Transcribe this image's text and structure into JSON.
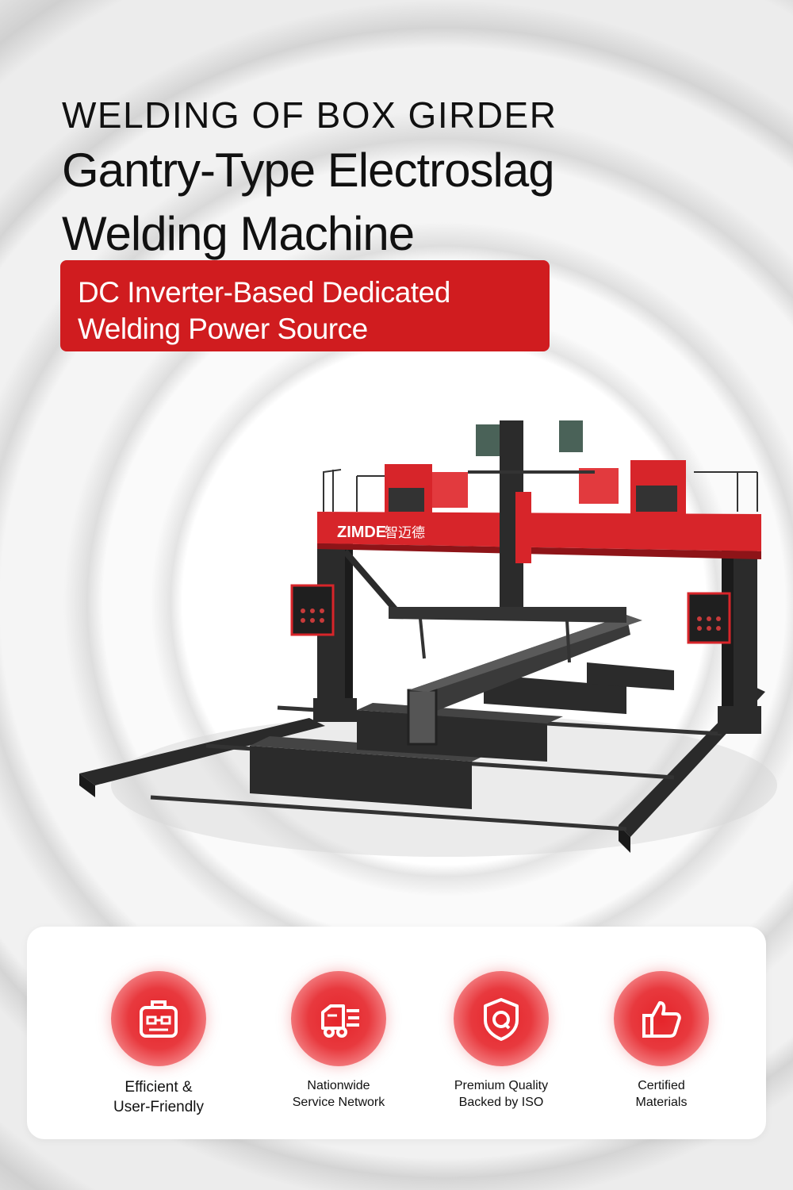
{
  "header": {
    "line1": "WELDING OF BOX GIRDER",
    "line2": "Gantry-Type Electroslag",
    "line3": "Welding Machine"
  },
  "badge": {
    "line1": "DC Inverter-Based Dedicated",
    "line2": "Welding Power Source"
  },
  "machine": {
    "brand": "ZIMDE",
    "brand_cn": "智迈德"
  },
  "features": [
    {
      "icon": "toolbox-icon",
      "line1": "Efficient &",
      "line2": "User-Friendly"
    },
    {
      "icon": "delivery-truck-icon",
      "line1": "Nationwide",
      "line2": "Service Network"
    },
    {
      "icon": "quality-shield-icon",
      "line1": "Premium Quality",
      "line2": "Backed by ISO"
    },
    {
      "icon": "thumbs-up-icon",
      "line1": "Certified",
      "line2": "Materials"
    }
  ],
  "colors": {
    "accent": "#d01c1f",
    "icon_red": "#e5242a"
  }
}
